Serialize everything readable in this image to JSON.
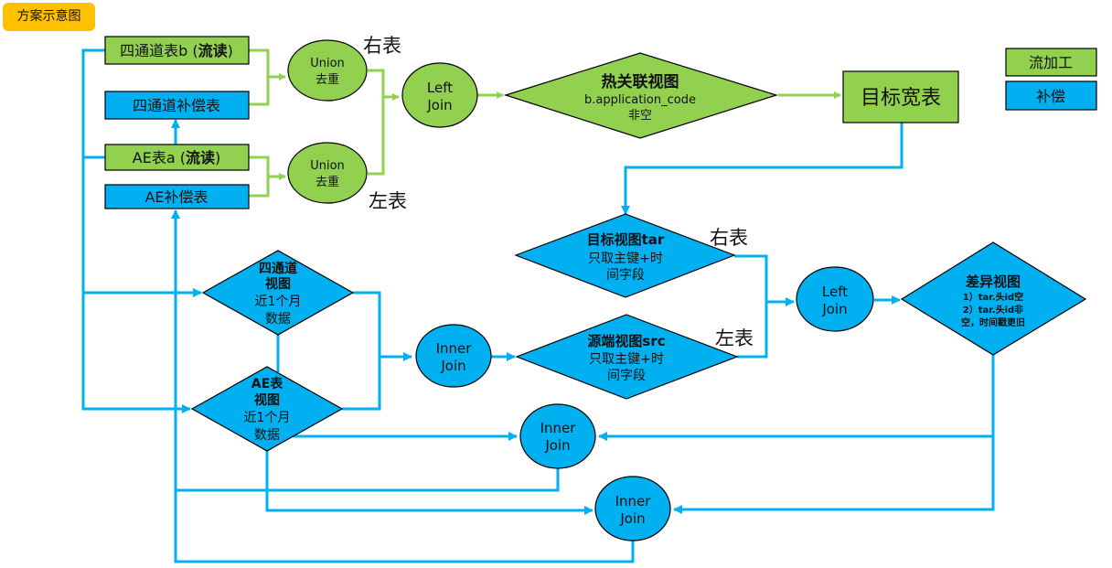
{
  "badge": {
    "label": "方案示意图"
  },
  "colors": {
    "stream": "#92d050",
    "compensate": "#00b0f0",
    "badge": "#ffc000",
    "stroke": "#000000"
  },
  "legend": {
    "stream": "流加工",
    "compensate": "补偿"
  },
  "sources": {
    "sitong_stream": {
      "text": "四通道表b (",
      "bold": "流读",
      "tail": ")"
    },
    "sitong_comp": "四通道补偿表",
    "ae_stream": {
      "text": "AE表a (",
      "bold": "流读",
      "tail": ")"
    },
    "ae_comp": "AE补偿表"
  },
  "union_top": [
    "Union",
    "去重"
  ],
  "union_bottom": [
    "Union",
    "去重"
  ],
  "right_table_label": "右表",
  "left_table_label": "左表",
  "left_join_top": [
    "Left",
    "Join"
  ],
  "hot_view": {
    "title": "热关联视图",
    "line1": "b.application_code",
    "line2": "非空"
  },
  "target_table": "目标宽表",
  "tar_view": {
    "title": "目标视图tar",
    "line1": "只取主键+时",
    "line2": "间字段"
  },
  "src_view": {
    "title": "源端视图src",
    "line1": "只取主键+时",
    "line2": "间字段"
  },
  "right_table_label2": "右表",
  "left_table_label2": "左表",
  "left_join_mid": [
    "Left",
    "Join"
  ],
  "diff_view": {
    "title": "差异视图",
    "line1": "1）tar.头id空",
    "line2": "2）tar.头id非",
    "line3": "空，时间戳更旧"
  },
  "sitong_view": {
    "l1": "四通道",
    "l2": "视图",
    "l3": "近1个月",
    "l4": "数据"
  },
  "ae_view": {
    "l1": "AE表",
    "l2": "视图",
    "l3": "近1个月",
    "l4": "数据"
  },
  "inner_join_mid": [
    "Inner",
    "Join"
  ],
  "inner_join_a": [
    "Inner",
    "Join"
  ],
  "inner_join_b": [
    "Inner",
    "Join"
  ]
}
